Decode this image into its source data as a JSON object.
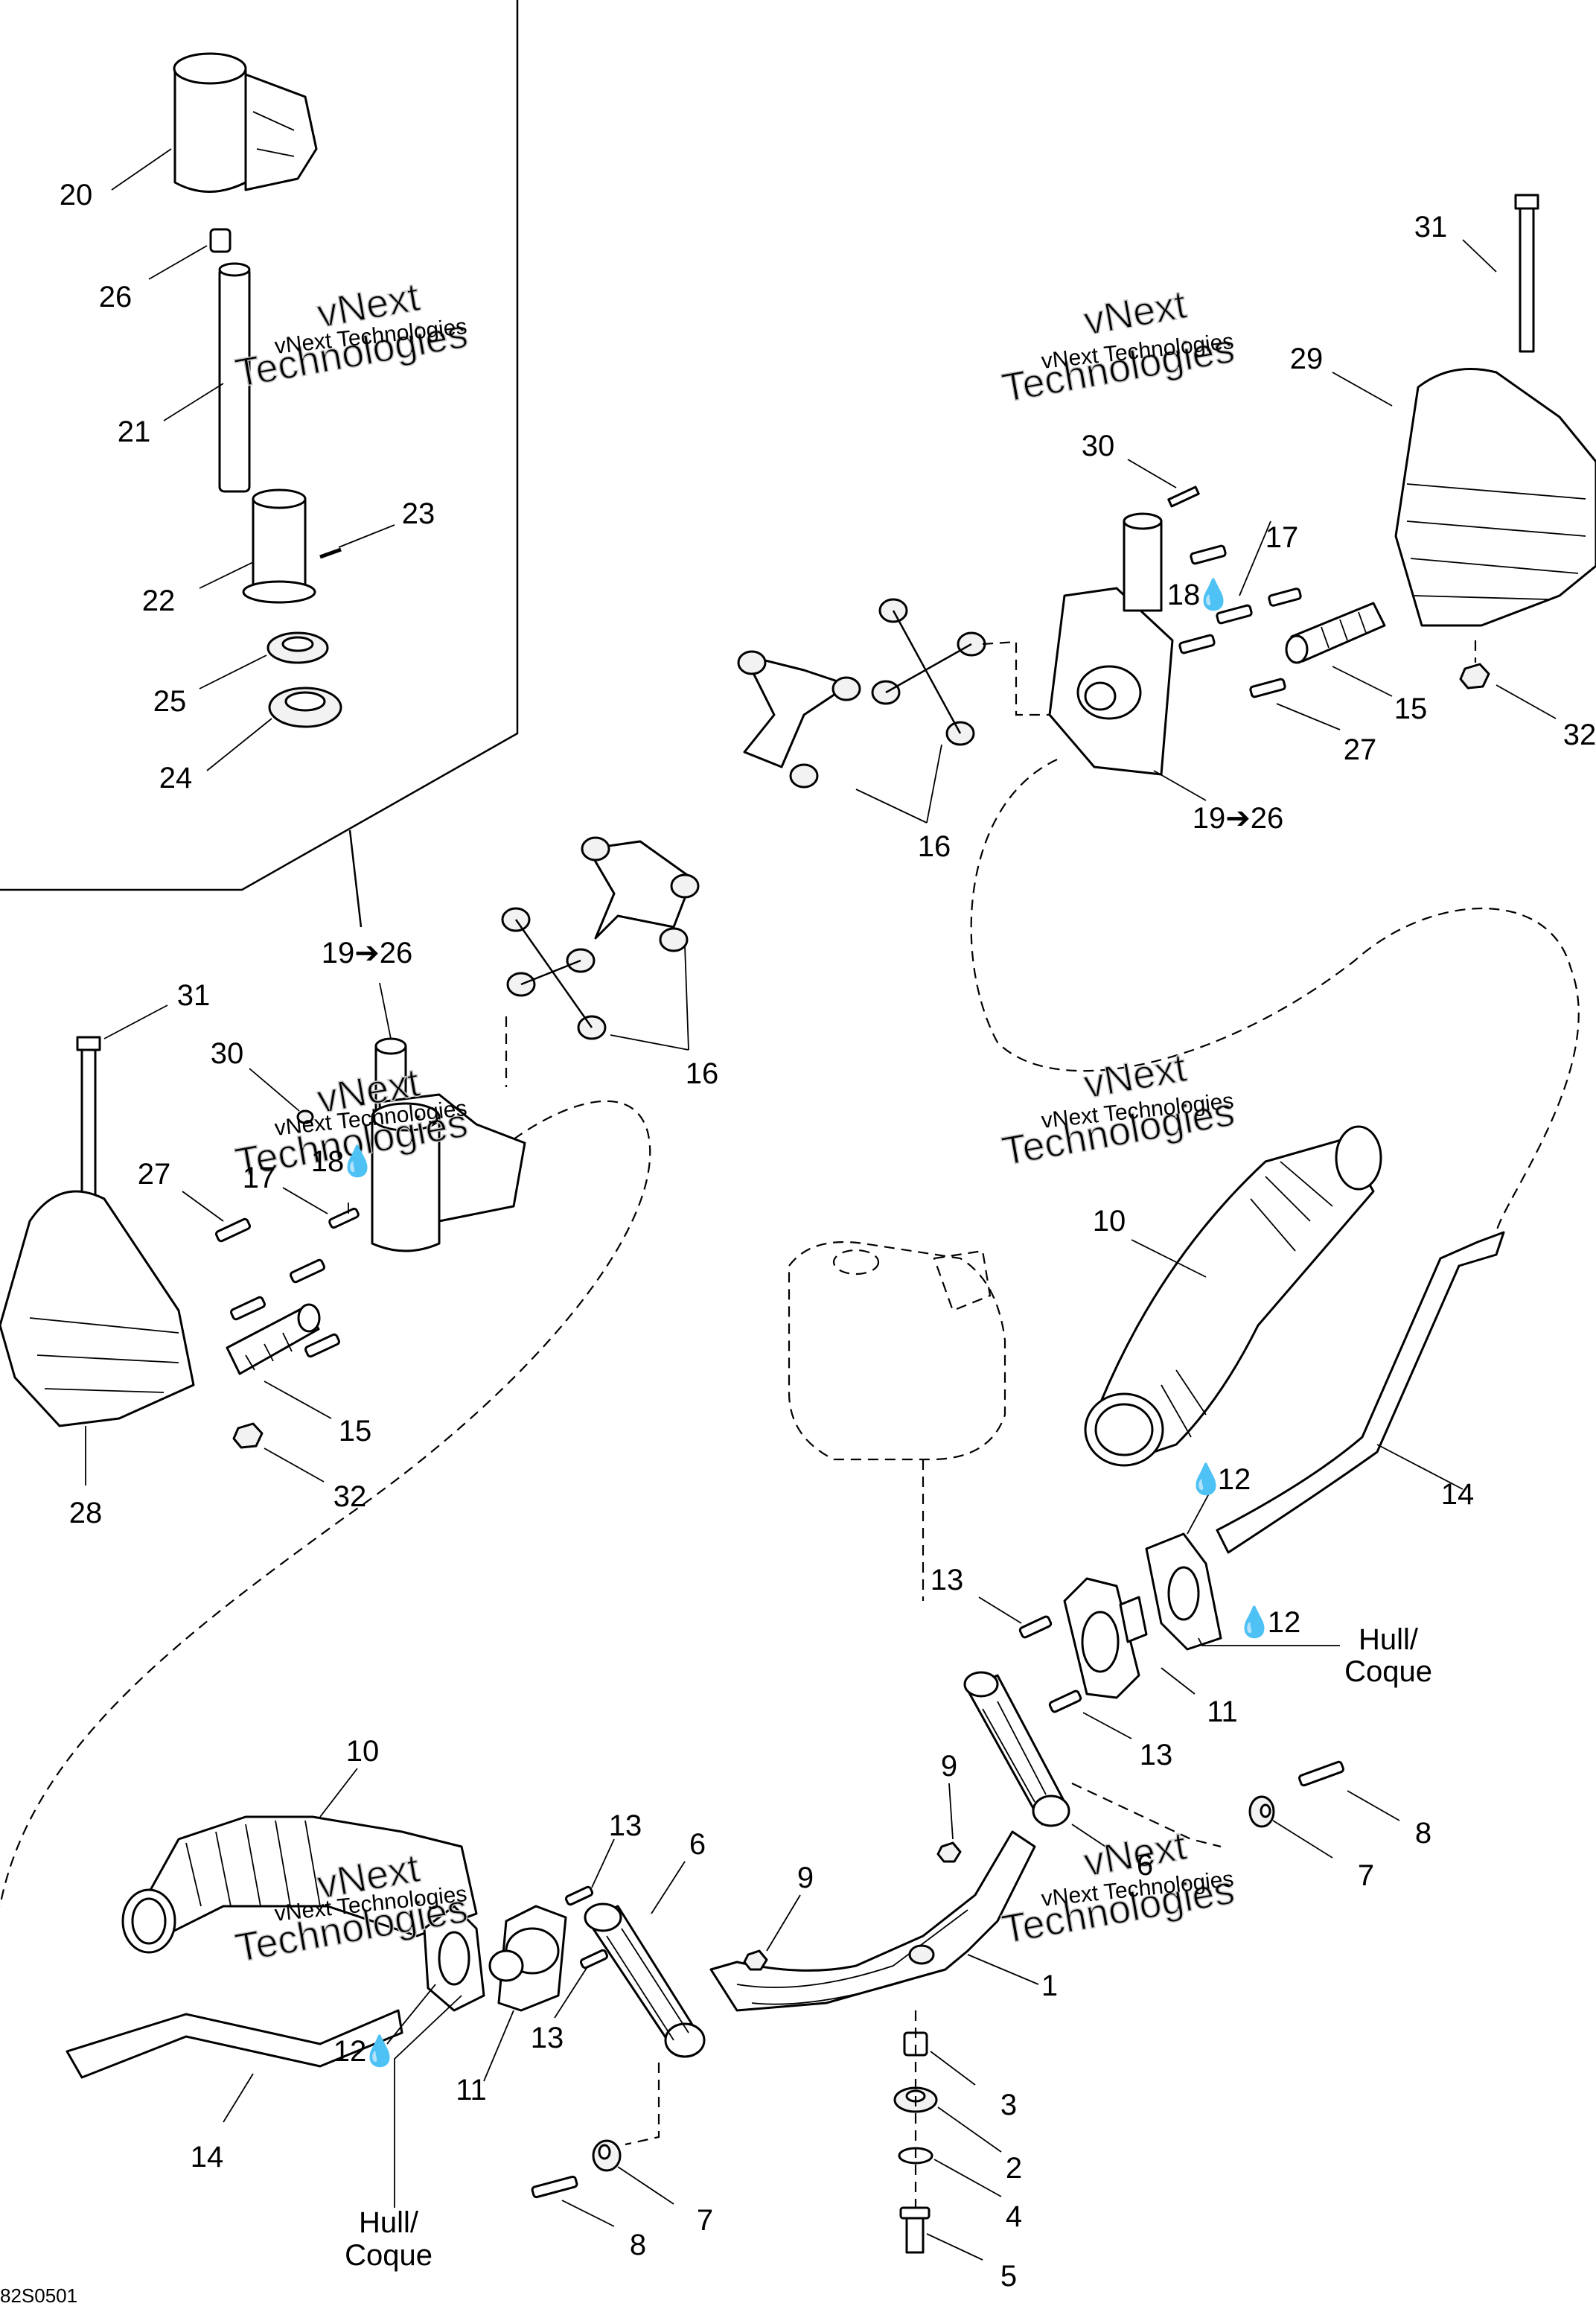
{
  "callouts": [
    {
      "id": "c20",
      "text": "20"
    },
    {
      "id": "c26",
      "text": "26"
    },
    {
      "id": "c21",
      "text": "21"
    },
    {
      "id": "c23",
      "text": "23"
    },
    {
      "id": "c22",
      "text": "22"
    },
    {
      "id": "c25",
      "text": "25"
    },
    {
      "id": "c24",
      "text": "24"
    },
    {
      "id": "c31r",
      "text": "31"
    },
    {
      "id": "c29",
      "text": "29"
    },
    {
      "id": "c30r",
      "text": "30"
    },
    {
      "id": "c17r",
      "text": "17"
    },
    {
      "id": "c18r",
      "text": "18"
    },
    {
      "id": "c15r",
      "text": "15"
    },
    {
      "id": "c32r",
      "text": "32"
    },
    {
      "id": "c27r",
      "text": "27"
    },
    {
      "id": "c1926r",
      "text": "19➔26"
    },
    {
      "id": "c16r",
      "text": "16"
    },
    {
      "id": "c1926l",
      "text": "19➔26"
    },
    {
      "id": "c16l",
      "text": "16"
    },
    {
      "id": "c31l",
      "text": "31"
    },
    {
      "id": "c30l",
      "text": "30"
    },
    {
      "id": "c27l",
      "text": "27"
    },
    {
      "id": "c18l",
      "text": "18"
    },
    {
      "id": "c17l",
      "text": "17"
    },
    {
      "id": "c15l",
      "text": "15"
    },
    {
      "id": "c32l",
      "text": "32"
    },
    {
      "id": "c28",
      "text": "28"
    },
    {
      "id": "c10r",
      "text": "10"
    },
    {
      "id": "c14r",
      "text": "14"
    },
    {
      "id": "c12a",
      "text": "12"
    },
    {
      "id": "c13a",
      "text": "13"
    },
    {
      "id": "c12b",
      "text": "12"
    },
    {
      "id": "c11r",
      "text": "11"
    },
    {
      "id": "c13b",
      "text": "13"
    },
    {
      "id": "c9a",
      "text": "9"
    },
    {
      "id": "c8r",
      "text": "8"
    },
    {
      "id": "c6r",
      "text": "6"
    },
    {
      "id": "c7r",
      "text": "7"
    },
    {
      "id": "c10l",
      "text": "10"
    },
    {
      "id": "c13c",
      "text": "13"
    },
    {
      "id": "c6l",
      "text": "6"
    },
    {
      "id": "c9b",
      "text": "9"
    },
    {
      "id": "c1",
      "text": "1"
    },
    {
      "id": "c13d",
      "text": "13"
    },
    {
      "id": "c12c",
      "text": "12"
    },
    {
      "id": "c11l",
      "text": "11"
    },
    {
      "id": "c14l",
      "text": "14"
    },
    {
      "id": "c3",
      "text": "3"
    },
    {
      "id": "c2",
      "text": "2"
    },
    {
      "id": "c4",
      "text": "4"
    },
    {
      "id": "c7l",
      "text": "7"
    },
    {
      "id": "c8l",
      "text": "8"
    },
    {
      "id": "c5",
      "text": "5"
    }
  ],
  "hull_labels": {
    "right_line1": "Hull/",
    "right_line2": "Coque",
    "left_line1": "Hull/",
    "left_line2": "Coque"
  },
  "watermark": {
    "line1": "vNext Technologies",
    "line2": "vNext",
    "line3": "Technologies"
  },
  "drawing_code": "82S0501"
}
